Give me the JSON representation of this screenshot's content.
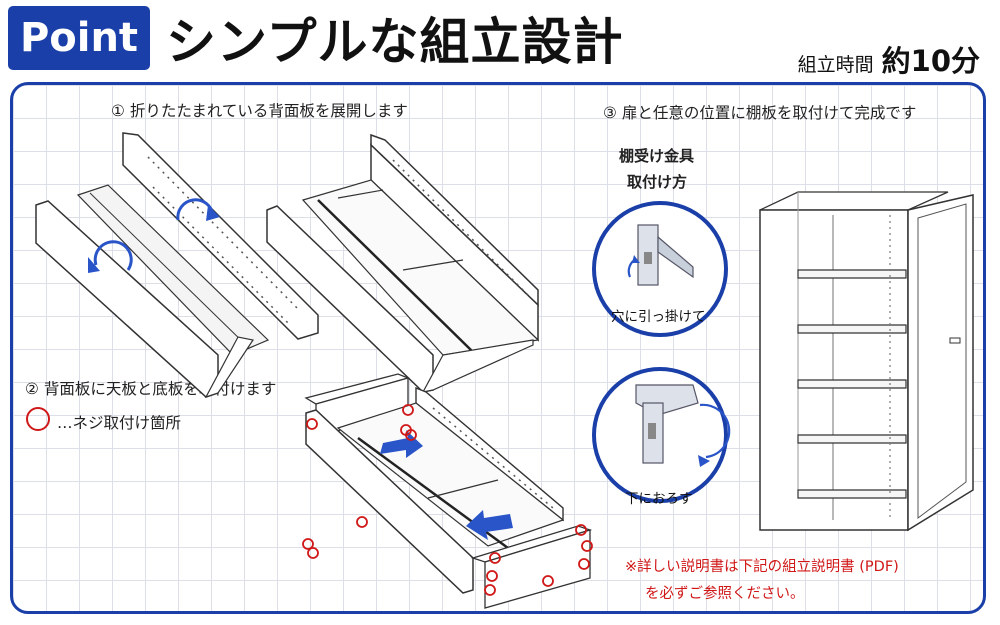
{
  "header": {
    "badge": "Point",
    "title": "シンプルな組立設計",
    "time_label": "組立時間",
    "time_value": "約10分"
  },
  "steps": {
    "step1": "① 折りたたまれている背面板を展開します",
    "step2": "② 背面板に天板と底板を取付けます",
    "step3": "③ 扉と任意の位置に棚板を取付けて完成です"
  },
  "legend": {
    "text": "…ネジ取付け箇所"
  },
  "bracket": {
    "heading_line1": "棚受け金具",
    "heading_line2": "取付け方",
    "caption_top": "穴に引っ掛けて",
    "caption_bottom": "下におろす"
  },
  "note": {
    "line1": "※詳しい説明書は下記の組立説明書 (PDF)",
    "line2": "を必ずご参照ください。"
  },
  "colors": {
    "accent_blue": "#1a3fa8",
    "screw_marker_red": "#d01818",
    "arrow_blue": "#2a55c8",
    "grid": "#dcdfe8"
  }
}
